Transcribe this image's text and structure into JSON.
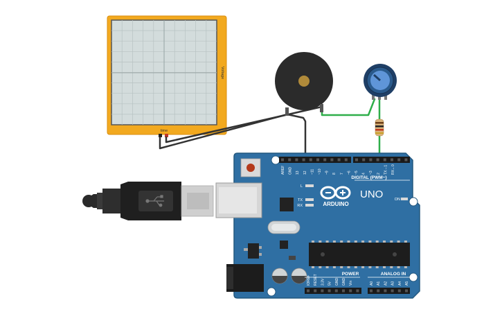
{
  "oscilloscope": {
    "x_label": "time",
    "y_label": "Voltage"
  },
  "arduino": {
    "logo_text": "ARDUINO",
    "model": "UNO",
    "digital_label": "DIGITAL (PWM~)",
    "power_label": "POWER",
    "analog_label": "ANALOG IN",
    "on_label": "ON",
    "led_l": "L",
    "led_tx": "TX",
    "led_rx": "RX",
    "top_pins": [
      "AREF",
      "GND",
      "13",
      "12",
      "~11",
      "~10",
      "~9",
      "8",
      "7",
      "~6",
      "~5",
      "4",
      "~3",
      "2",
      "TX→1",
      "RX←0"
    ],
    "power_pins": [
      "IOREF",
      "RESET",
      "3.3V",
      "5V",
      "GND",
      "GND",
      "Vin"
    ],
    "analog_pins": [
      "A0",
      "A1",
      "A2",
      "A3",
      "A4",
      "A5"
    ]
  },
  "components": {
    "buzzer": "piezo-buzzer",
    "potentiometer": "potentiometer",
    "resistor": "resistor",
    "usb": "usb-cable"
  },
  "colors": {
    "board": "#2f6fa3",
    "board_edge": "#24587f",
    "scope_frame": "#f2a91f",
    "scope_screen": "#d3dcdc",
    "wire_dark": "#333333",
    "wire_green": "#2fae4a"
  }
}
